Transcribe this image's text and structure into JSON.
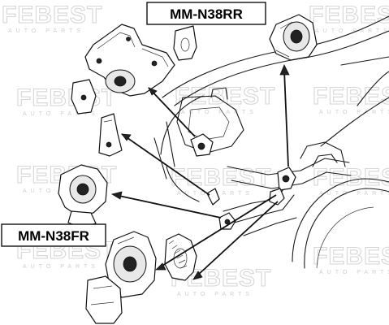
{
  "watermark": {
    "brand": "FEBEST",
    "tagline": "AUTO PARTS"
  },
  "labels": {
    "rear_mount_code": "MM-N38RR",
    "front_mount_code": "MM-N38FR"
  },
  "colors": {
    "line": "#111111",
    "watermark": "#d6d6d6",
    "background": "#ffffff"
  }
}
